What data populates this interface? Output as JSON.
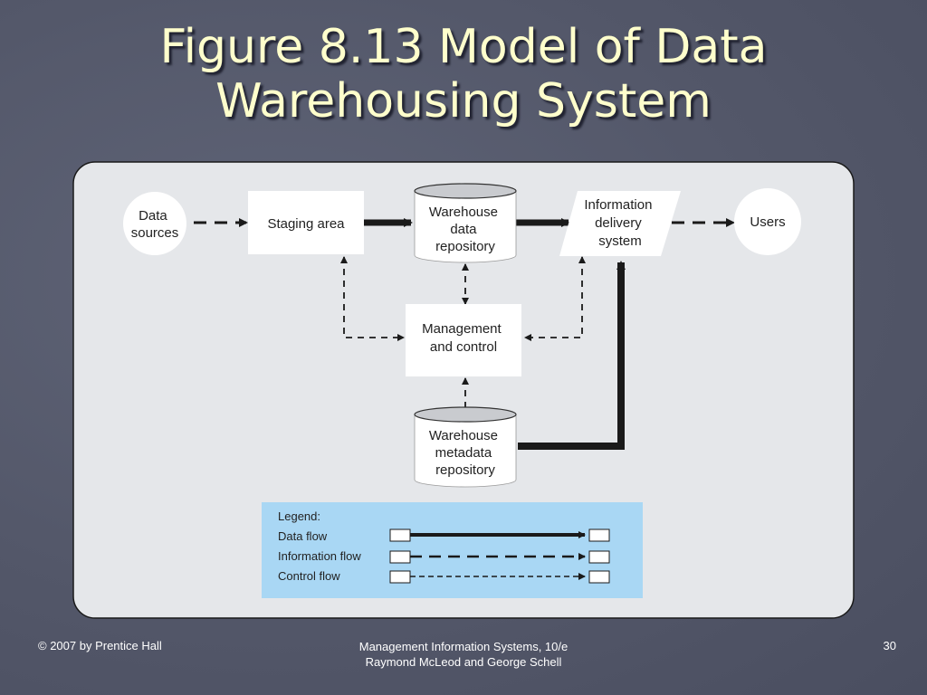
{
  "title": {
    "line1": "Figure 8.13 Model of Data",
    "line2": "Warehousing System"
  },
  "diagram": {
    "nodes": {
      "data_sources": [
        "Data",
        "sources"
      ],
      "staging_area": [
        "Staging area"
      ],
      "warehouse_data_repository": [
        "Warehouse",
        "data",
        "repository"
      ],
      "information_delivery_system": [
        "Information",
        "delivery",
        "system"
      ],
      "users": [
        "Users"
      ],
      "management_and_control": [
        "Management",
        "and control"
      ],
      "warehouse_metadata_repository": [
        "Warehouse",
        "metadata",
        "repository"
      ]
    },
    "legend": {
      "title": "Legend:",
      "items": [
        "Data flow",
        "Information flow",
        "Control flow"
      ]
    },
    "colors": {
      "panel_bg": "#e5e7ea",
      "legend_bg": "#a9d7f4",
      "box_fill": "#ffffff",
      "line": "#1a1a1a"
    }
  },
  "footer": {
    "left": "© 2007 by Prentice Hall",
    "center_line1": "Management Information Systems, 10/e",
    "center_line2": "Raymond McLeod and George Schell",
    "page_number": "30"
  }
}
